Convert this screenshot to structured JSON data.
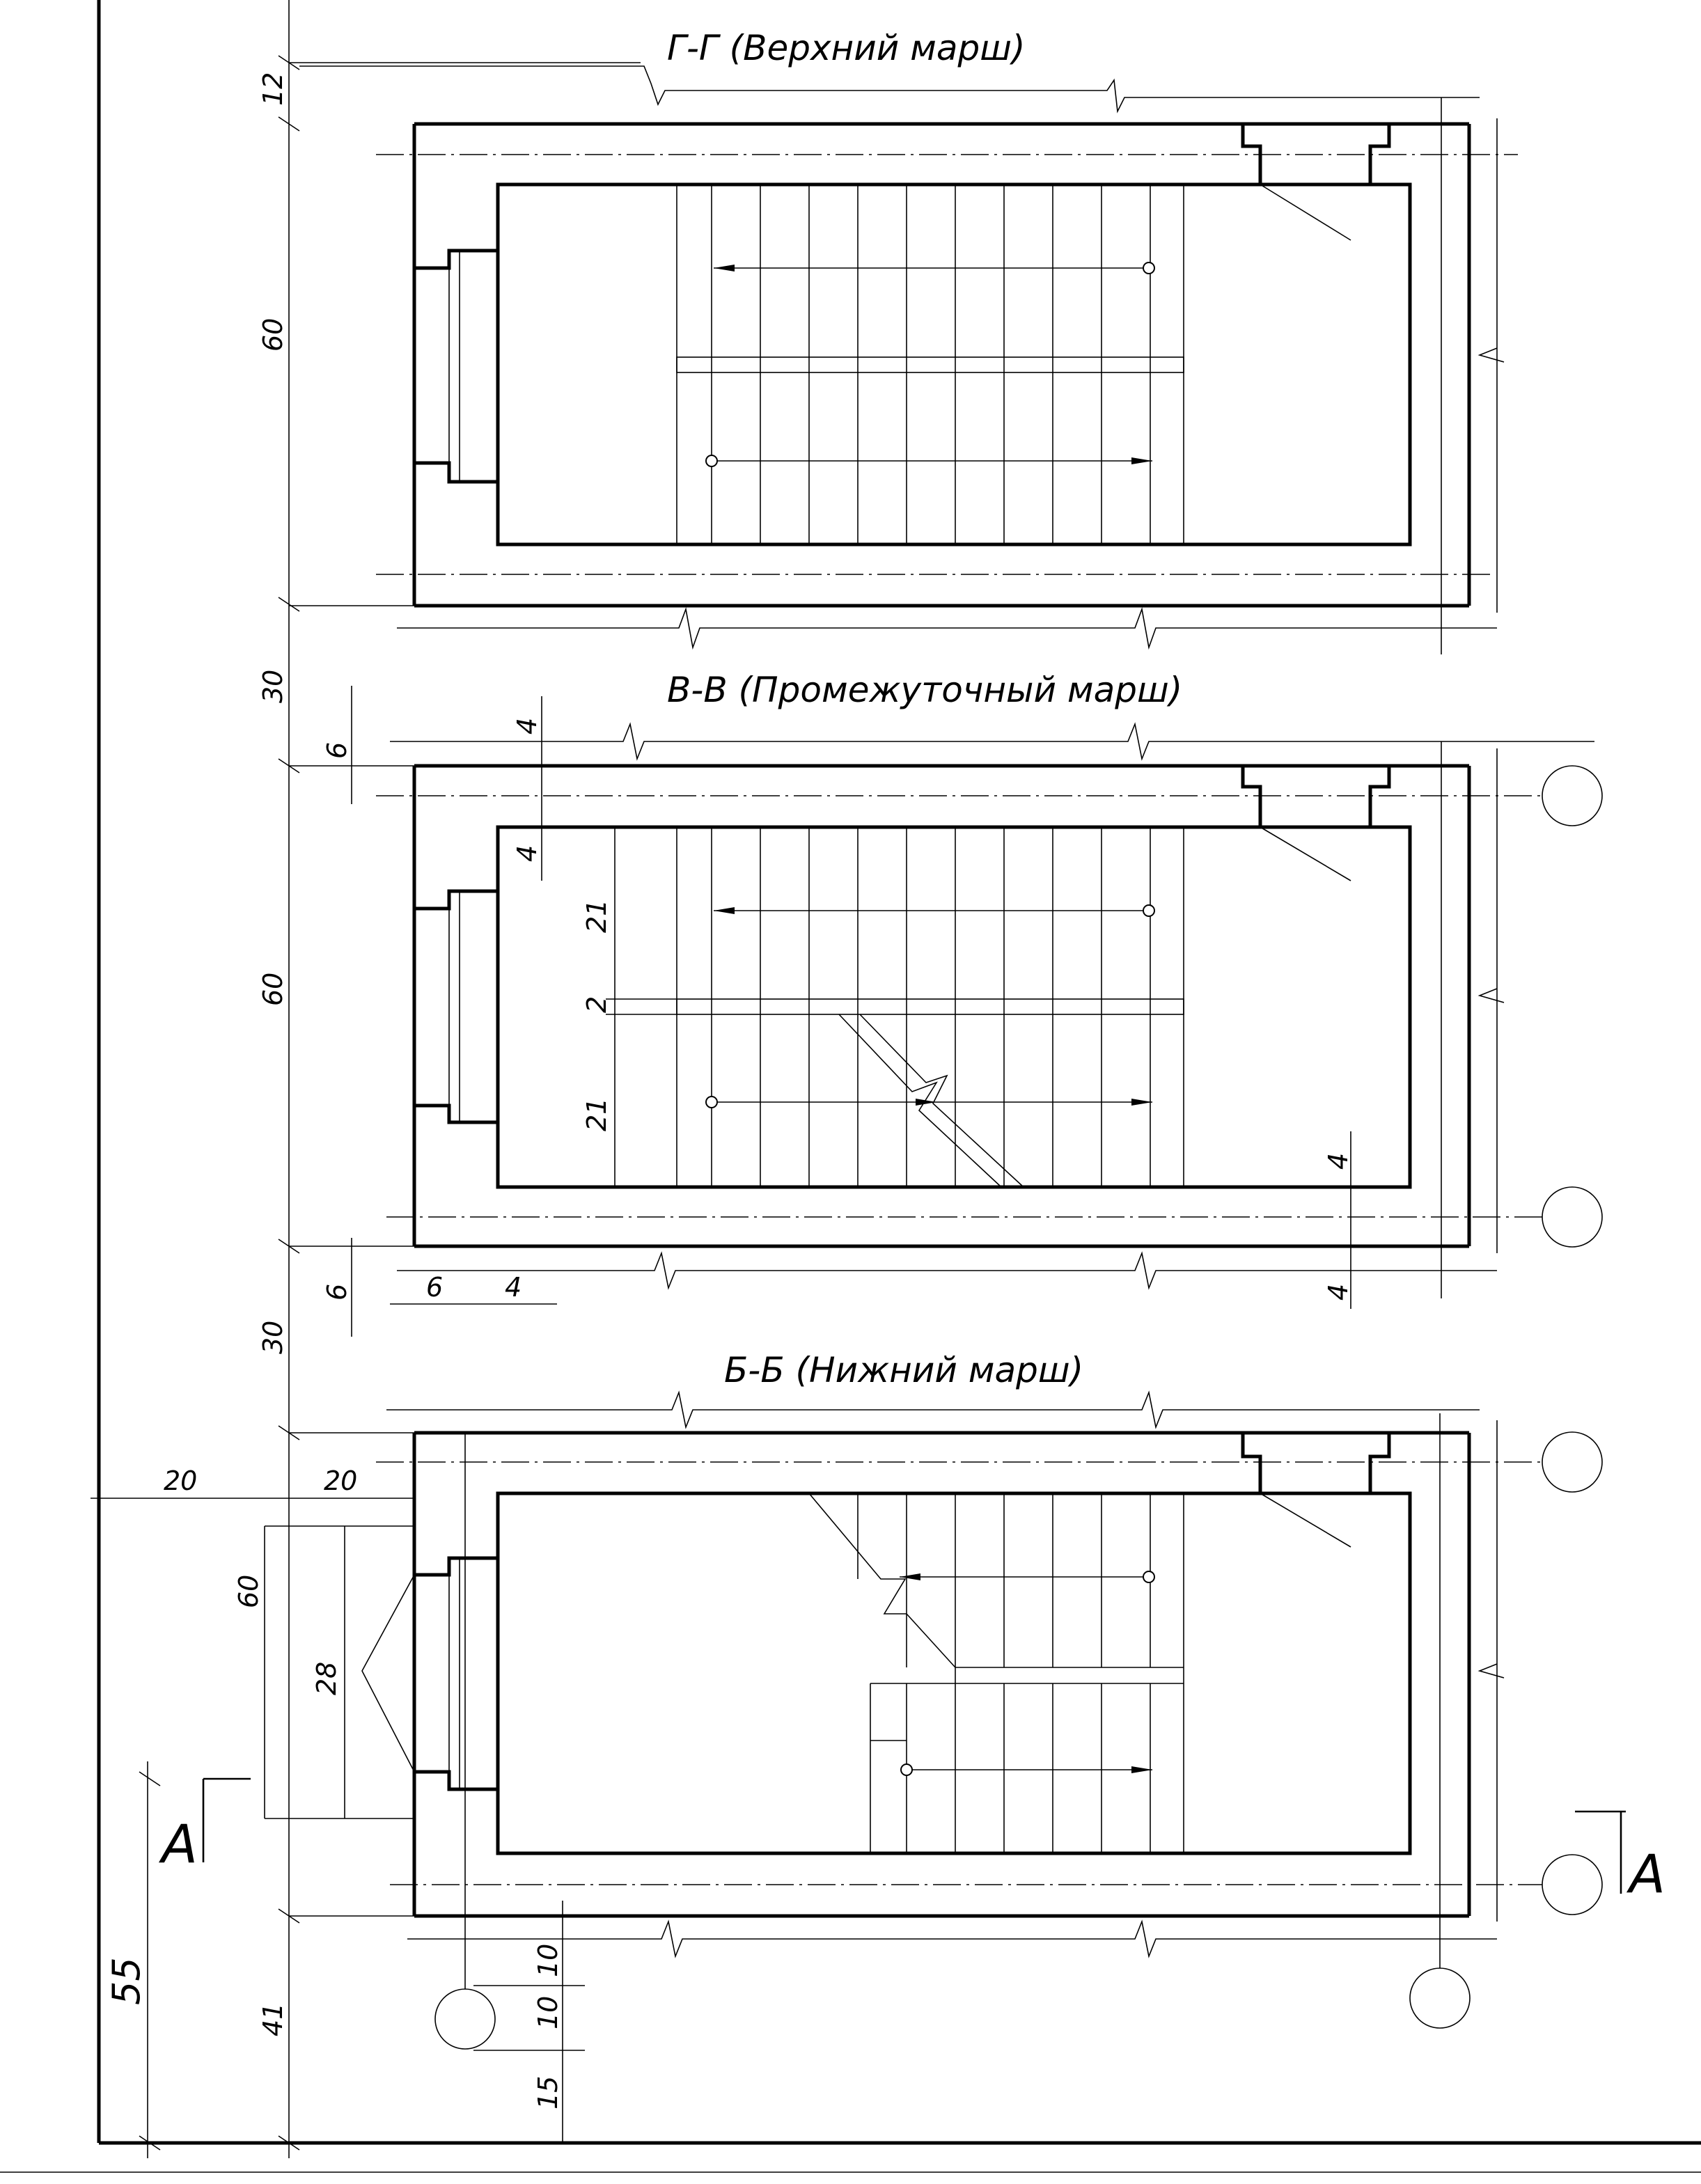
{
  "sections": {
    "upper": {
      "title": "Г-Г (Верхний марш)"
    },
    "middle": {
      "title": "В-В (Промежуточный марш)"
    },
    "lower": {
      "title": "Б-Б (Нижний марш)"
    }
  },
  "dims": {
    "d12": "12",
    "d60a": "60",
    "d30a": "30",
    "d60b": "60",
    "d30b": "30",
    "d60c": "60",
    "d41": "41",
    "d55": "55",
    "d6a": "6",
    "d6b": "6",
    "d6c": "6",
    "d4a": "4",
    "d4b": "4",
    "d4c": "4",
    "d4d": "4",
    "d4e": "4",
    "d21a": "21",
    "d2": "2",
    "d21b": "21",
    "d20a": "20",
    "d20b": "20",
    "d28": "28",
    "d10a": "10",
    "d10b": "10",
    "d15": "15"
  },
  "cut": {
    "left": "A",
    "right": "A"
  }
}
